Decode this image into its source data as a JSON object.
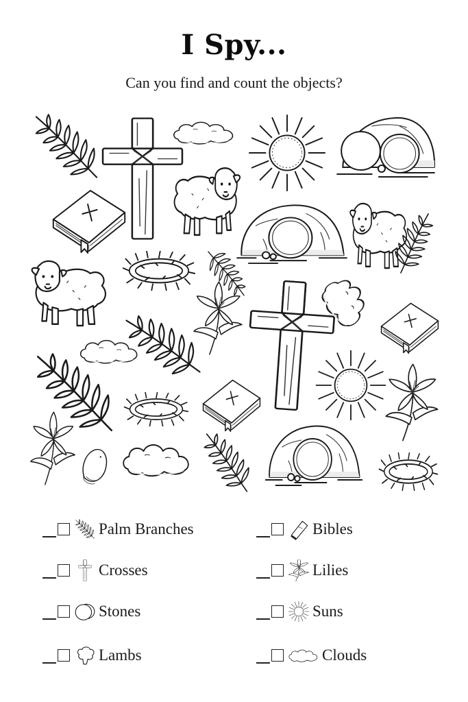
{
  "header": {
    "title": "I Spy...",
    "subtitle": "Can you find and count the objects?"
  },
  "scene": {
    "objects": [
      {
        "type": "palm-branch",
        "count_hint": 6
      },
      {
        "type": "cross",
        "count_hint": 2
      },
      {
        "type": "stone",
        "count_hint": 1
      },
      {
        "type": "lamb",
        "count_hint": 3
      },
      {
        "type": "bible",
        "count_hint": 3
      },
      {
        "type": "lily",
        "count_hint": 3
      },
      {
        "type": "sun",
        "count_hint": 2
      },
      {
        "type": "cloud",
        "count_hint": 4
      },
      {
        "type": "crown-of-thorns",
        "count_hint": 3
      },
      {
        "type": "empty-tomb",
        "count_hint": 3
      }
    ]
  },
  "checklist": {
    "left": [
      {
        "label": "Palm Branches",
        "icon": "palm-branch-icon",
        "count": ""
      },
      {
        "label": "Crosses",
        "icon": "cross-icon",
        "count": ""
      },
      {
        "label": "Stones",
        "icon": "stone-icon",
        "count": ""
      },
      {
        "label": "Lambs",
        "icon": "lamb-icon",
        "count": ""
      }
    ],
    "right": [
      {
        "label": "Bibles",
        "icon": "bible-icon",
        "count": ""
      },
      {
        "label": "Lilies",
        "icon": "lily-icon",
        "count": ""
      },
      {
        "label": "Suns",
        "icon": "sun-icon",
        "count": ""
      },
      {
        "label": "Clouds",
        "icon": "cloud-icon",
        "count": ""
      }
    ]
  }
}
